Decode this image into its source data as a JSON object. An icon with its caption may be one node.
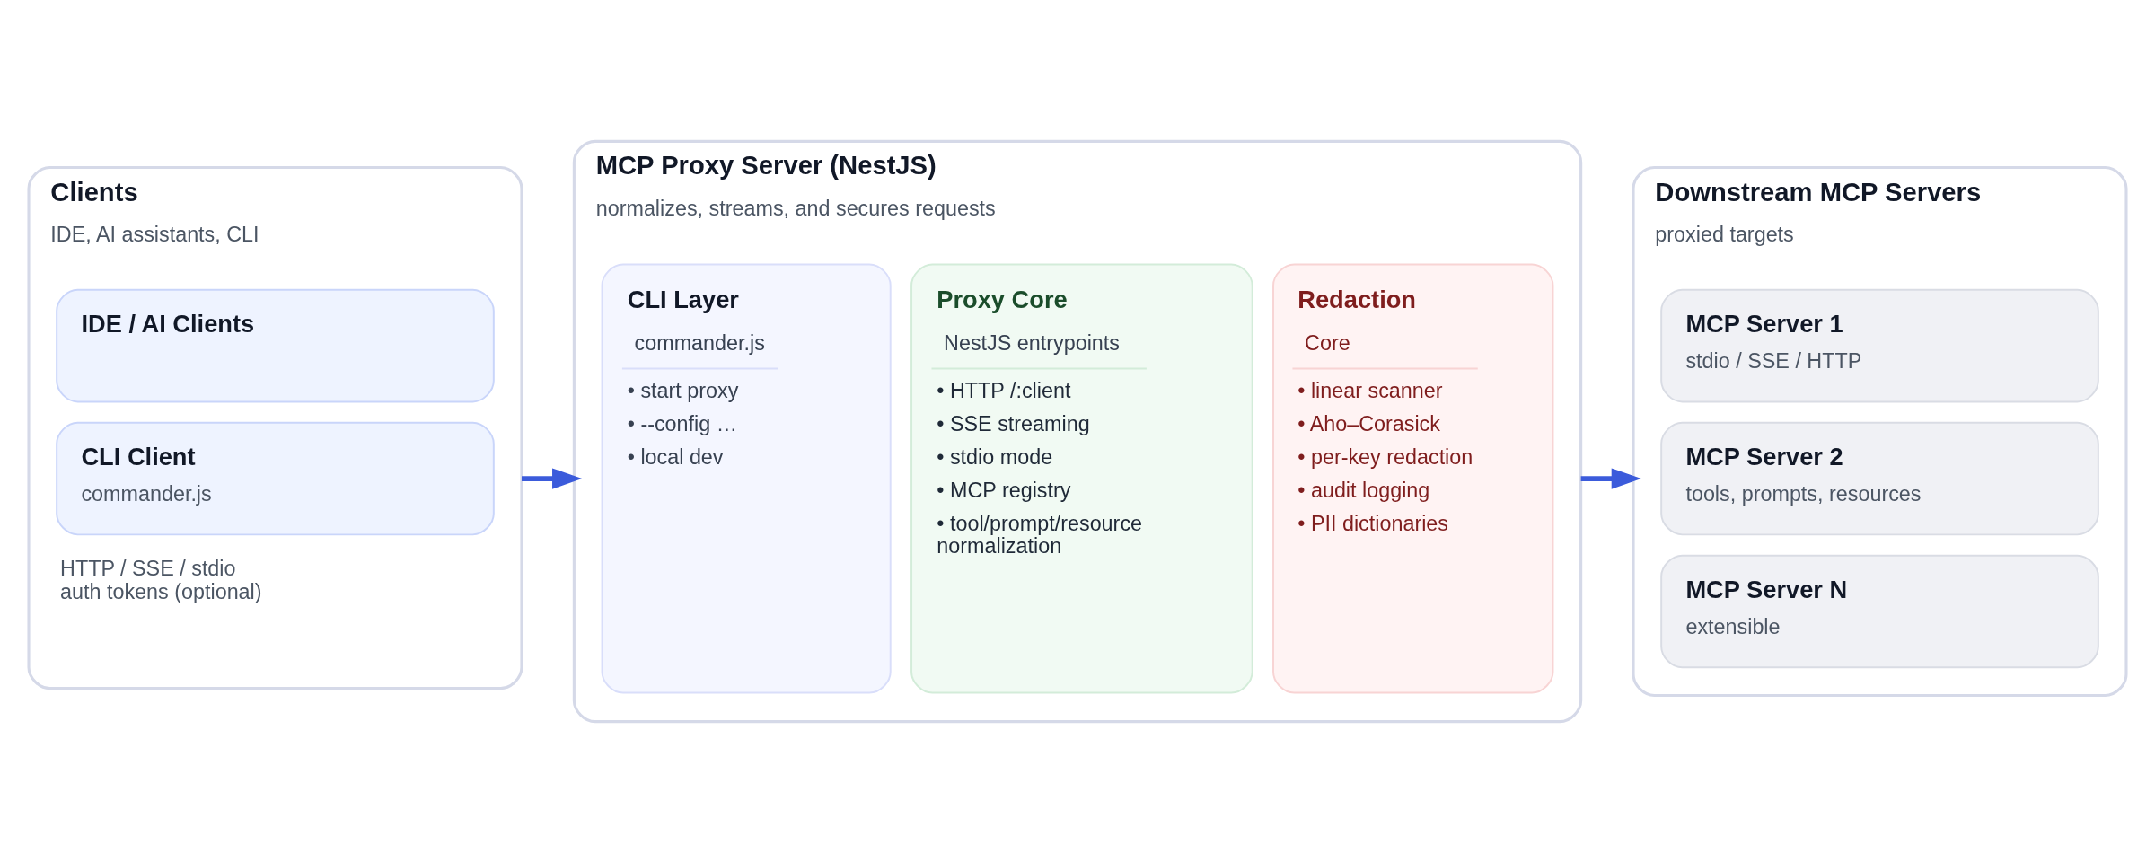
{
  "diagram": {
    "nodes": [
      {
        "text": [
          "Clients",
          "IDE, AI assistants, CLI",
          "HTTP / SSE / stdio",
          "auth tokens (optional)"
        ]
      },
      {
        "text": [
          "IDE / AI Clients"
        ],
        "in": 0
      },
      {
        "text": [
          "CLI Client",
          "commander.js"
        ],
        "in": 0
      },
      {
        "text": [
          "MCP Proxy Server (NestJS)",
          "normalizes, streams, and secures requests"
        ]
      },
      {
        "text": [
          "CLI Layer",
          "commander.js",
          "• start proxy",
          "• --config …",
          "• local dev"
        ],
        "in": 3
      },
      {
        "text": [
          "Proxy Core",
          "NestJS entrypoints",
          "• HTTP /:client",
          "• SSE streaming",
          "• stdio mode",
          "• MCP registry",
          "• tool/prompt/resource normalization"
        ],
        "in": 3
      },
      {
        "text": [
          "Redaction",
          "Core",
          "• linear scanner",
          "• Aho–Corasick",
          "• per-key redaction",
          "• audit logging",
          "• PII dictionaries"
        ],
        "in": 3
      },
      {
        "text": [
          "Downstream MCP Servers",
          "proxied targets"
        ]
      },
      {
        "text": [
          "MCP Server 1",
          "stdio / SSE / HTTP"
        ],
        "in": 7
      },
      {
        "text": [
          "MCP Server 2",
          "tools, prompts, resources"
        ],
        "in": 7
      },
      {
        "text": [
          "MCP Server N",
          "extensible"
        ],
        "in": 7
      }
    ],
    "edges": [
      {
        "from": 0,
        "to": 3,
        "arrow": "to"
      },
      {
        "from": 3,
        "to": 7,
        "arrow": "to"
      }
    ]
  }
}
